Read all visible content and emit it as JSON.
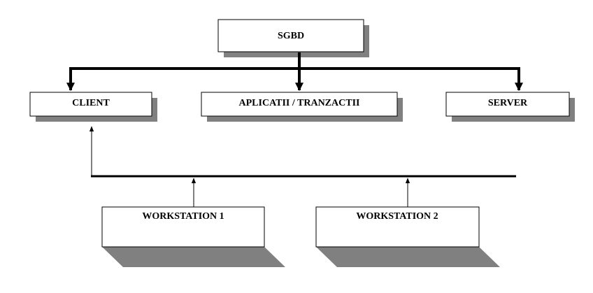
{
  "nodes": {
    "sgbd": "SGBD",
    "client": "CLIENT",
    "aplicatii": "APLICATII / TRANZACTII",
    "server": "SERVER",
    "workstation1": "WORKSTATION 1",
    "workstation2": "WORKSTATION 2"
  },
  "colors": {
    "stroke": "#000000",
    "shadow": "#808080",
    "box_fill": "#ffffff"
  }
}
